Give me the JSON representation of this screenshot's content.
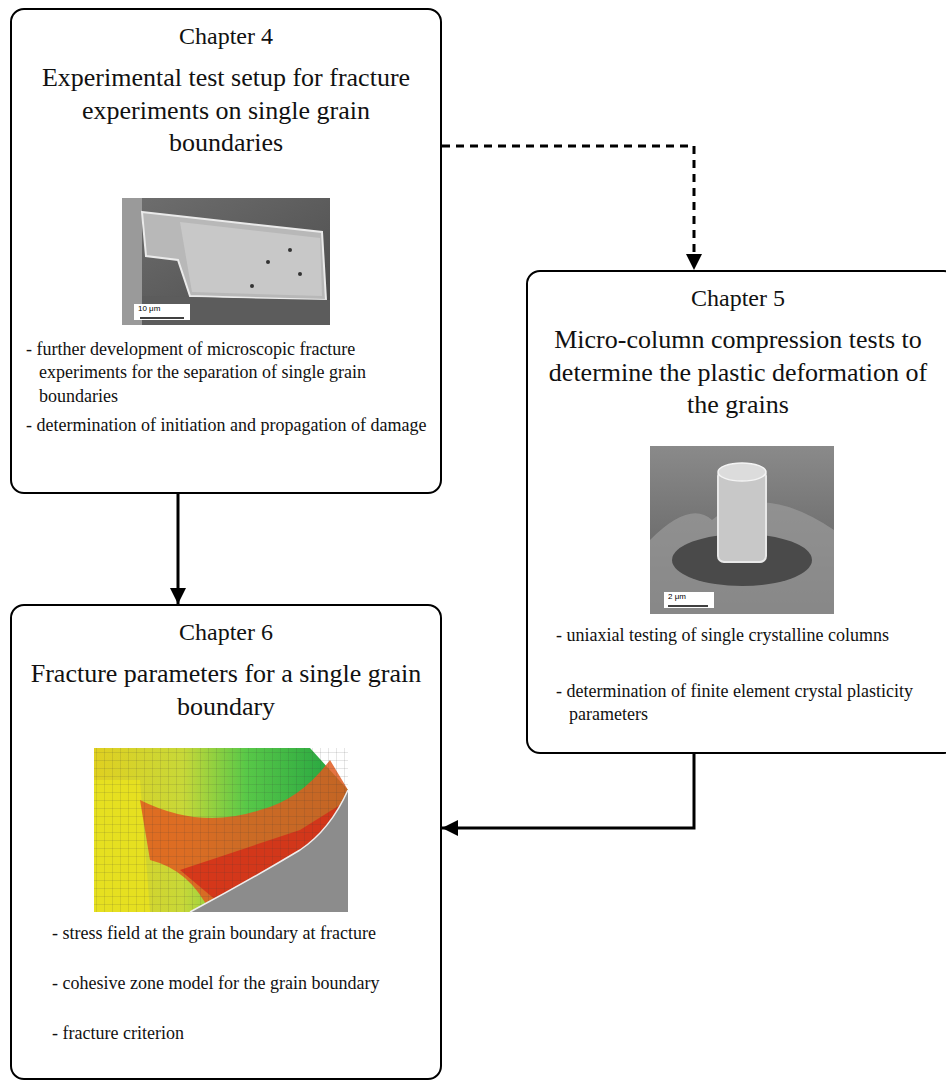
{
  "diagram": {
    "nodes": [
      {
        "text": [
          "Chapter 4",
          "Experimental test setup for fracture experiments on single grain boundaries",
          "- further development of microscopic fracture experiments for the separation of single grain boundaries",
          "- determination of initiation and propagation of damage"
        ]
      },
      {
        "text": [
          "Chapter 5",
          "Micro-column compression tests to determine the plastic deformation of the grains",
          "- uniaxial testing of single crystalline columns",
          "- determination of finite element crystal plasticity parameters"
        ]
      },
      {
        "text": [
          "Chapter 6",
          "Fracture parameters for a single grain boundary",
          "- stress field at the grain boundary at fracture",
          "- cohesive zone model for the grain boundary",
          "- fracture criterion"
        ]
      }
    ],
    "edges": [
      {
        "from": 0,
        "to": 1,
        "arrow": "to"
      },
      {
        "from": 0,
        "to": 2,
        "arrow": "to"
      },
      {
        "from": 1,
        "to": 2,
        "arrow": "to"
      }
    ],
    "labels": [
      "10 μm",
      "2 μm"
    ]
  }
}
